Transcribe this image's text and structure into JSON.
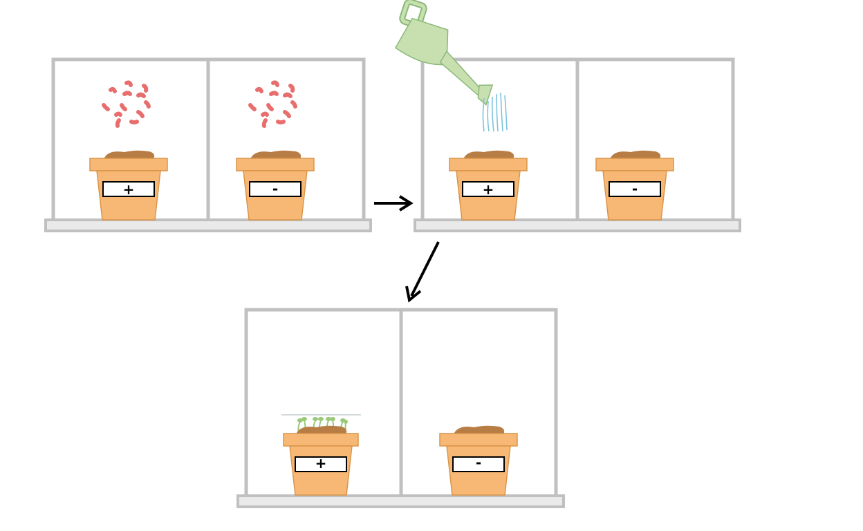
{
  "diagram": {
    "colors": {
      "frame": "#c0c0c0",
      "pot": "#f7b875",
      "pot_edge": "#d9964a",
      "soil": "#b87d45",
      "seed": "#e86e6e",
      "can": "#c8e0b0",
      "can_edge": "#8ab878",
      "water": "#7ec3dc",
      "sprout": "#9ac97a",
      "arrow": "#000000",
      "label_box": "#ffffff"
    },
    "panels": [
      {
        "id": "panel-seeds",
        "pots": [
          {
            "label": "+",
            "seeds": true,
            "sprouts": false
          },
          {
            "label": "-",
            "seeds": true,
            "sprouts": false
          }
        ],
        "watering_can": false
      },
      {
        "id": "panel-watering",
        "pots": [
          {
            "label": "+",
            "seeds": false,
            "sprouts": false
          },
          {
            "label": "-",
            "seeds": false,
            "sprouts": false
          }
        ],
        "watering_can": true
      },
      {
        "id": "panel-result",
        "pots": [
          {
            "label": "+",
            "seeds": false,
            "sprouts": true
          },
          {
            "label": "-",
            "seeds": false,
            "sprouts": false
          }
        ],
        "watering_can": false
      }
    ],
    "arrows": [
      {
        "id": "arrow-seeds-to-watering",
        "from": "panel-seeds",
        "to": "panel-watering",
        "icon": "arrow-right-icon"
      },
      {
        "id": "arrow-watering-to-result",
        "from": "panel-watering",
        "to": "panel-result",
        "icon": "arrow-down-left-icon"
      }
    ]
  }
}
